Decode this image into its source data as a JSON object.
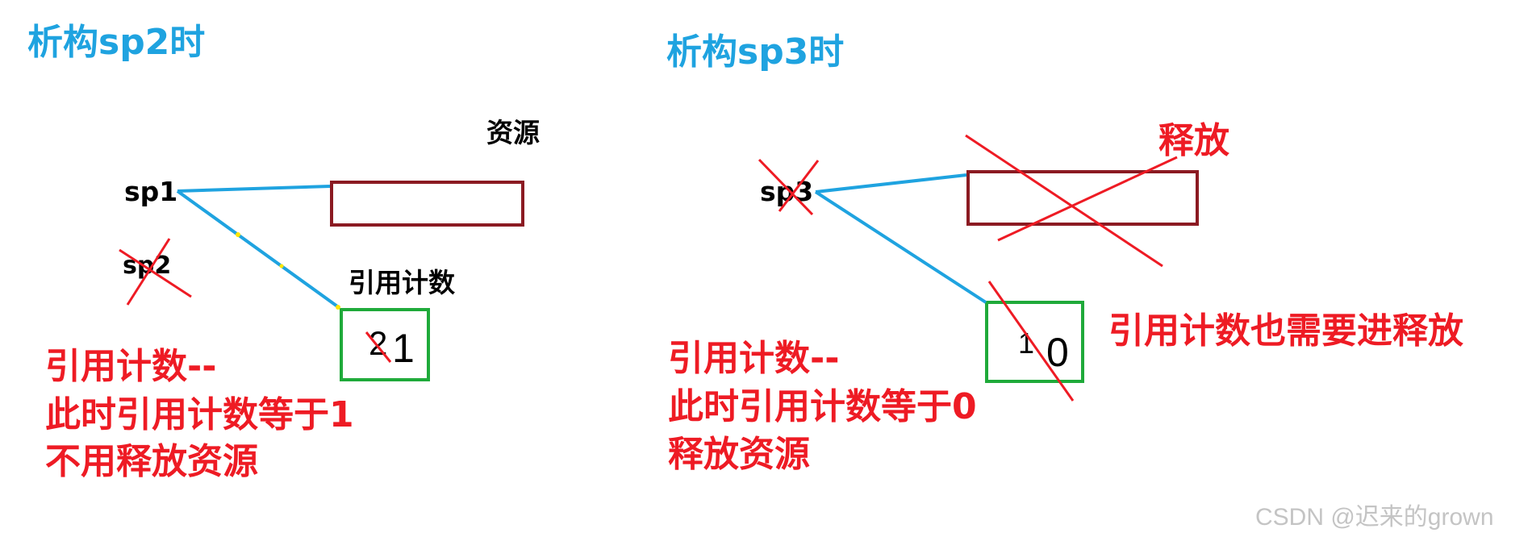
{
  "left": {
    "heading": "析构sp2时",
    "resource_label": "资源",
    "sp1": "sp1",
    "sp2": "sp2",
    "refcount_label": "引用计数",
    "old_count": "2",
    "new_count": "1",
    "notes": [
      "引用计数--",
      "此时引用计数等于1",
      "不用释放资源"
    ]
  },
  "right": {
    "heading": "析构sp3时",
    "release_label": "释放",
    "sp3": "sp3",
    "old_count": "1",
    "new_count": "0",
    "refcount_release": "引用计数也需要进释放",
    "notes": [
      "引用计数--",
      "此时引用计数等于0",
      "释放资源"
    ]
  },
  "watermark": "CSDN @迟来的grown",
  "colors": {
    "heading": "#1fa3e0",
    "annotation": "#ee1b24",
    "pointer_line": "#1fa3e0",
    "resource_border": "#8b1a22",
    "count_border": "#1faa3a",
    "cross": "#ee1b24"
  }
}
